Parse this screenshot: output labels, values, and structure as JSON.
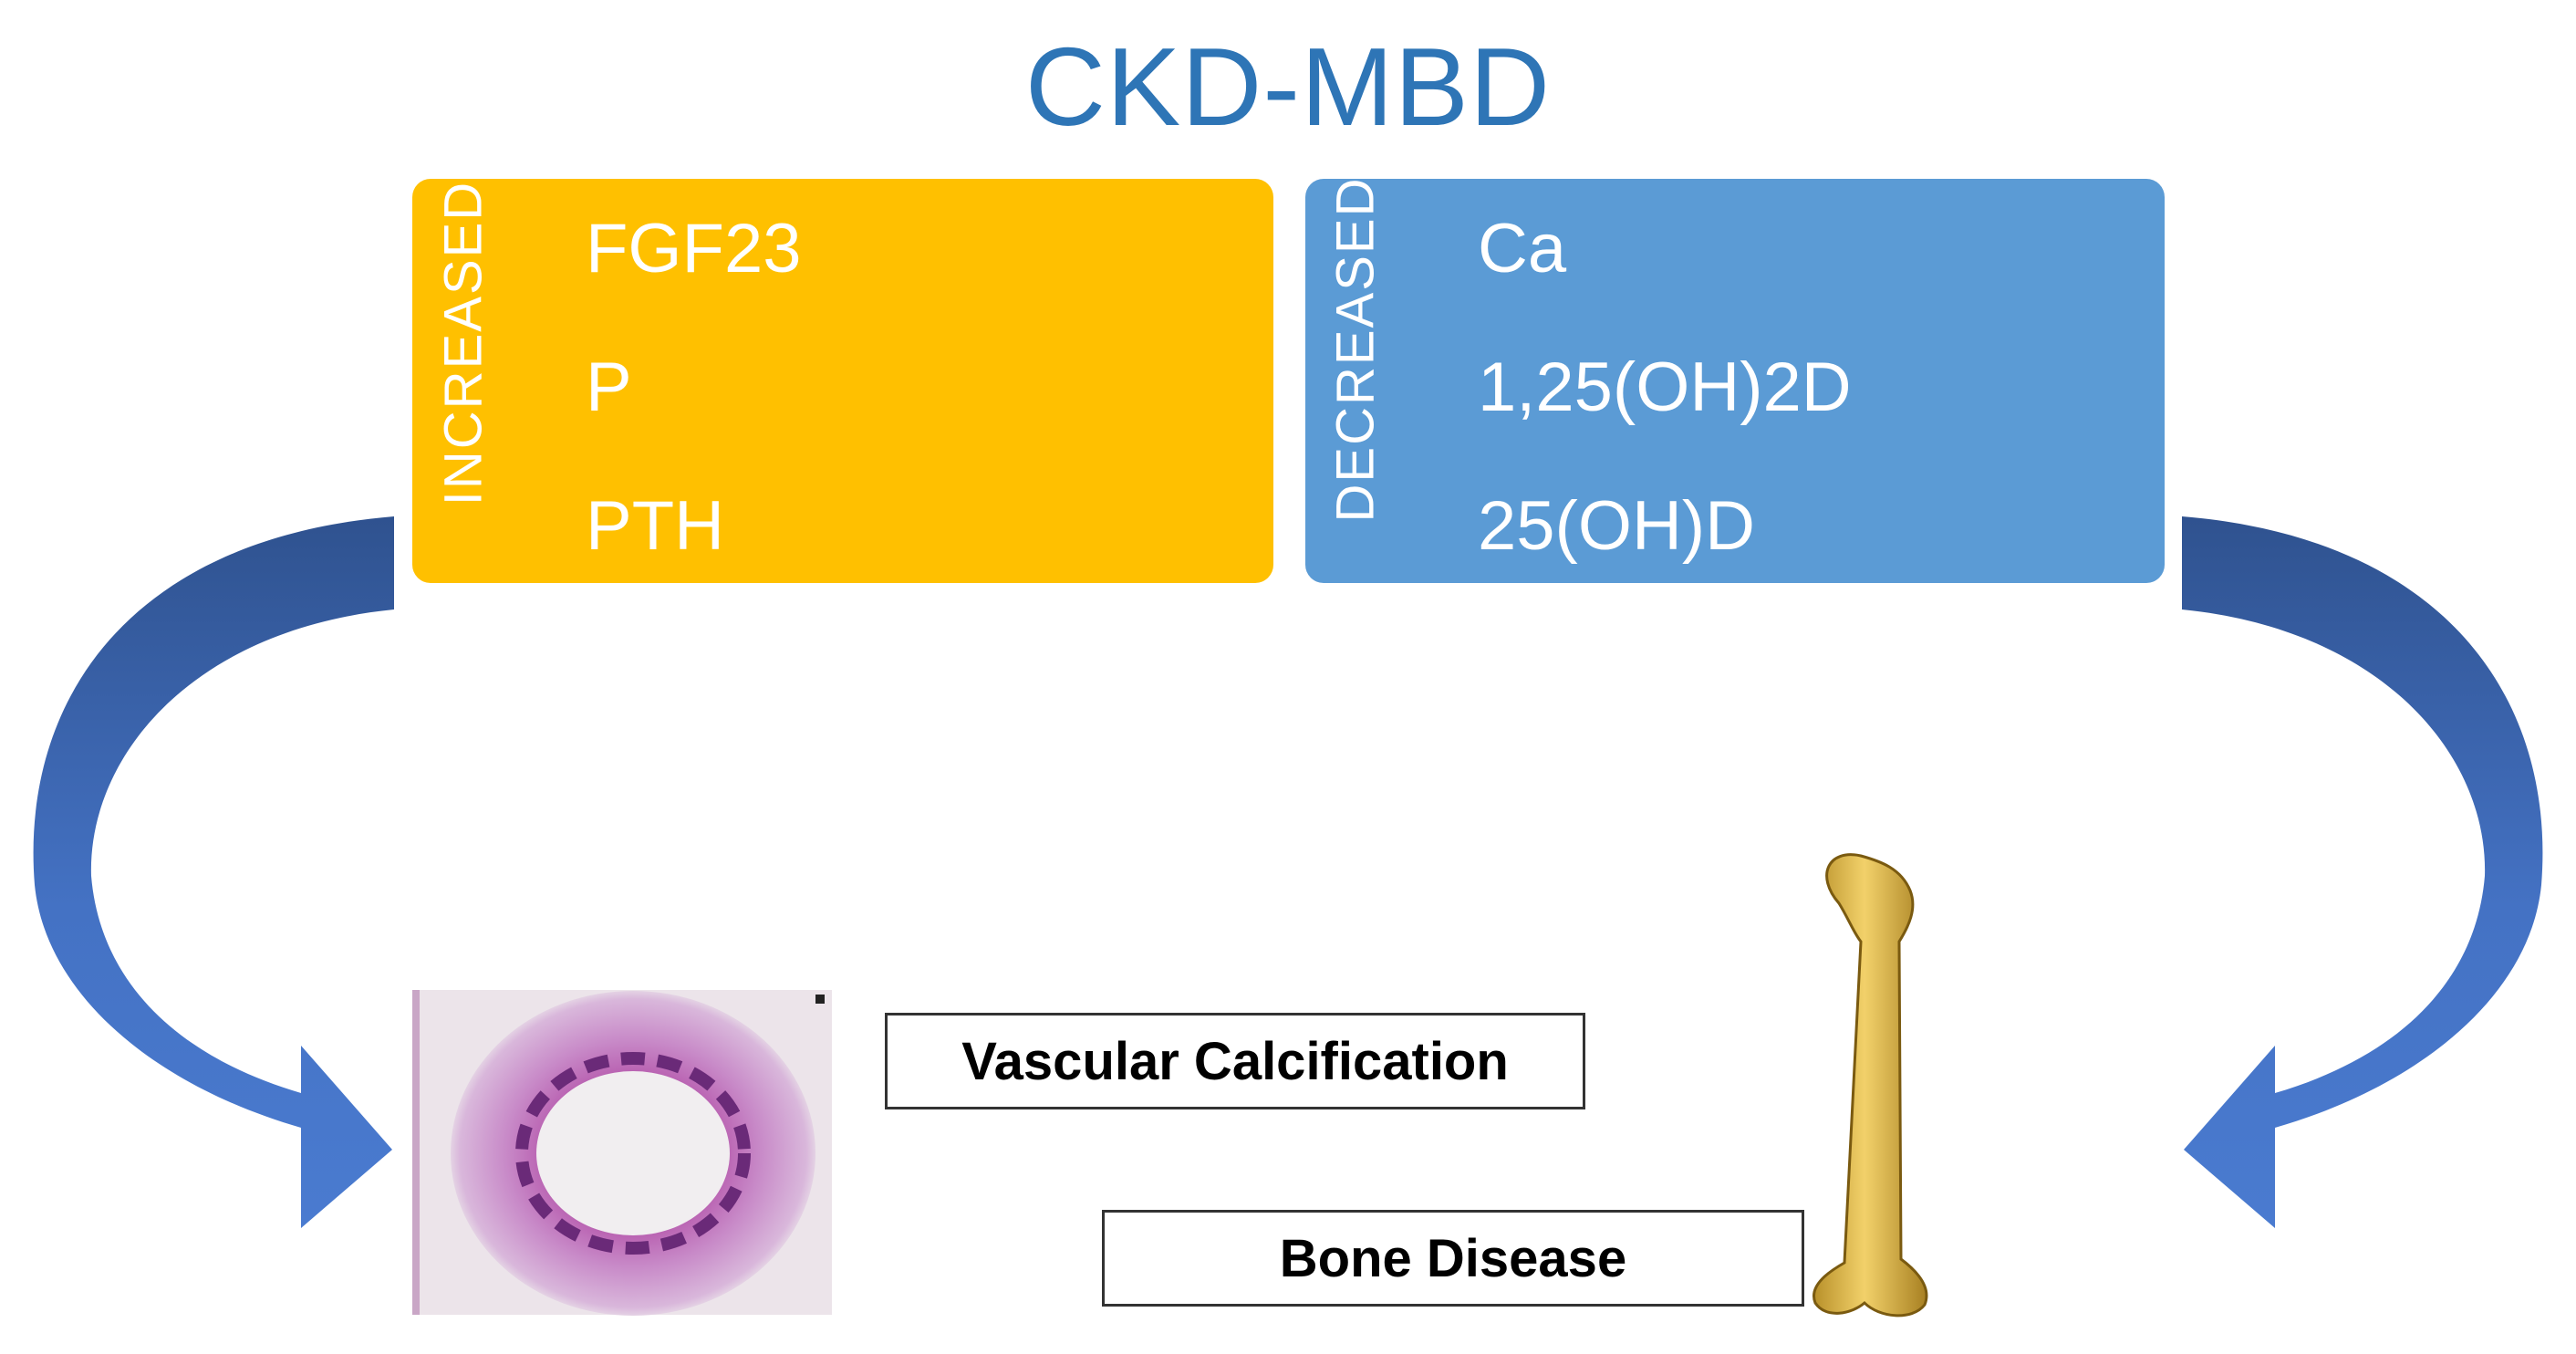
{
  "title": "CKD-MBD",
  "increased": {
    "label": "INCREASED",
    "items": [
      "FGF23",
      "P",
      "PTH"
    ]
  },
  "decreased": {
    "label": "DECREASED",
    "items": [
      "Ca",
      "1,25(OH)2D",
      "25(OH)D"
    ]
  },
  "captions": {
    "vascular": "Vascular Calcification",
    "bone": "Bone Disease"
  },
  "images": {
    "vascular": "artery-cross-section-histology",
    "bone": "femur-bone"
  },
  "colors": {
    "title": "#2e75b6",
    "increased_box": "#ffc000",
    "decreased_box": "#5b9bd5",
    "arrow": "#4472c4",
    "arrow_dark": "#2f528f"
  }
}
